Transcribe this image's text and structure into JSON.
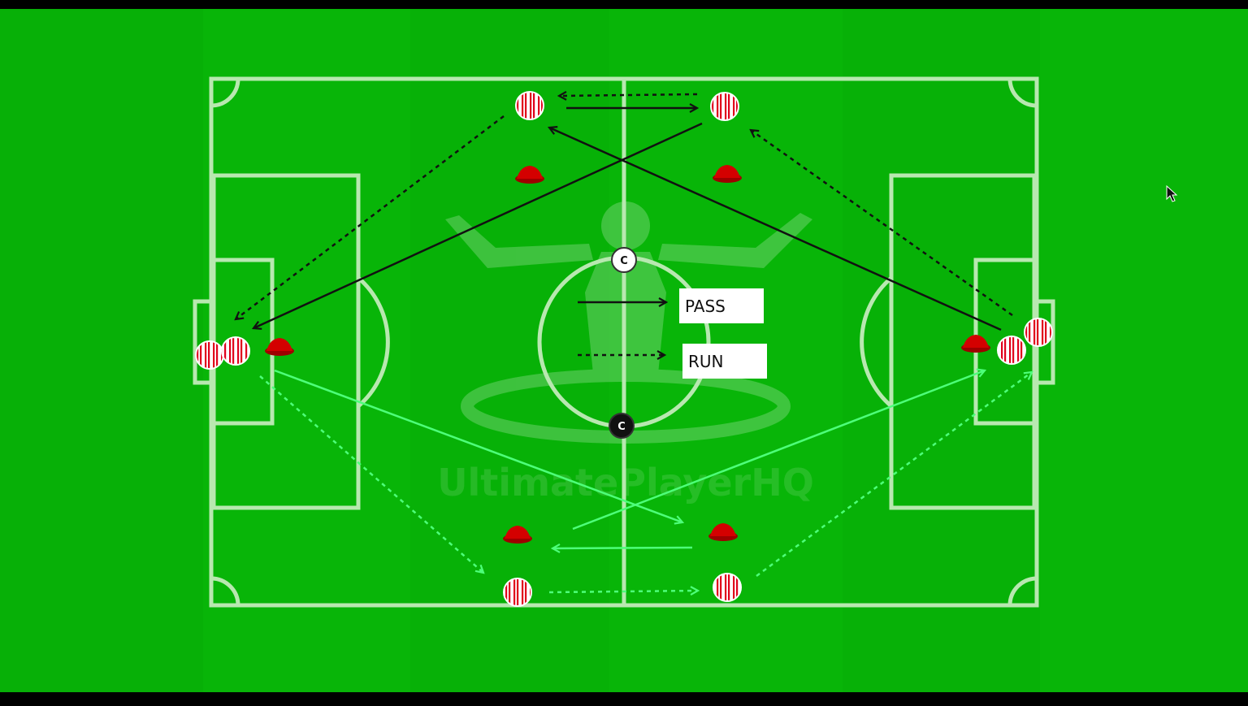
{
  "diagram": {
    "colors": {
      "pitch_base": "#08b508",
      "pitch_stripe_light": "#0ab80a",
      "pitch_stripe_dark": "#06ad06",
      "lines": "#b8e8b0",
      "pass_arrow": "#111111",
      "run_arrow": "#111111",
      "green_arrow": "#4dff7a",
      "cone": "#c80000",
      "player_stripe": "#e0001b"
    },
    "legend": {
      "pass_label": "PASS",
      "run_label": "RUN"
    },
    "coaches": {
      "top_label": "C",
      "bottom_label": "C"
    },
    "watermark": {
      "text": "UltimatePlayerHQ"
    },
    "icons": {
      "player": "striped-player-marker-icon",
      "cone": "training-cone-icon",
      "coach": "coach-marker-icon",
      "cursor": "mouse-pointer-icon"
    }
  }
}
